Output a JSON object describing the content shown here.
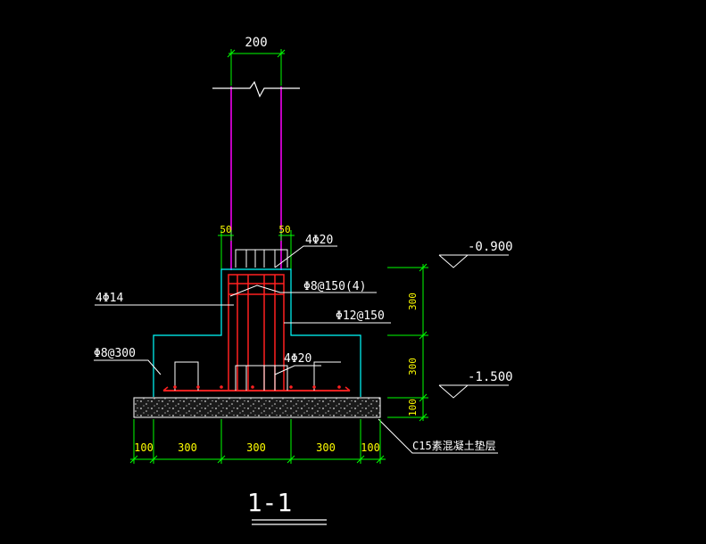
{
  "colors": {
    "background": "#000000",
    "dimension": "#00ff00",
    "text": "#ffffff",
    "leader": "#ffffff",
    "outline": "#00ffff",
    "column_bar": "#ff00ff",
    "rebar": "#ff2020",
    "concrete_fill": "#d8d8d8",
    "highlight_text": "#ffff00"
  },
  "dimensions": {
    "column_width": "200",
    "cover_left": "50",
    "cover_right": "50",
    "bottom": [
      "100",
      "300",
      "300",
      "300",
      "100"
    ],
    "right": [
      "300",
      "300",
      "100"
    ]
  },
  "labels": {
    "top_bars": "4Φ20",
    "stirrups": "Φ8@150(4)",
    "side_bars": "4Φ14",
    "mesh_right": "Φ12@150",
    "mesh_left": "Φ8@300",
    "bottom_bars": "4Φ20",
    "blinding": "C15素混凝土垫层"
  },
  "elevations": {
    "top": "-0.900",
    "bottom": "-1.500"
  },
  "section_title": "1-1"
}
